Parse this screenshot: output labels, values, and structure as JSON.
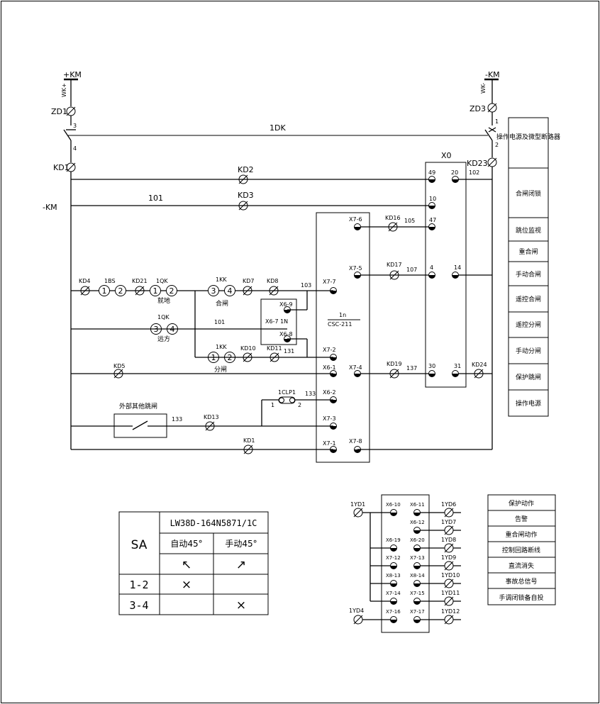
{
  "supply": {
    "pos": "+KM",
    "neg": "-KM",
    "pos_wire": "WK+",
    "neg_wire": "WK-",
    "left_bus": "-KM"
  },
  "terminals": {
    "zd1": "ZD1",
    "zd3": "ZD3",
    "kd1": "KD1",
    "kd2": "KD2",
    "kd3": "KD3",
    "kd23": "KD23",
    "kd4": "KD4",
    "kd5": "KD5",
    "kd7": "KD7",
    "kd8": "KD8",
    "kd10": "KD10",
    "kd11": "KD11",
    "kd13": "KD13",
    "kd16": "KD16",
    "kd17": "KD17",
    "kd19": "KD19",
    "kd21": "KD21",
    "kd24": "KD24",
    "kd_last": "KD1"
  },
  "numbers": {
    "n3": "3",
    "n4": "4",
    "n1": "1",
    "n2": "2",
    "n101": "101",
    "n102": "102",
    "n103": "103",
    "n105": "105",
    "n107": "107",
    "n131": "131",
    "n133a": "133",
    "n133b": "133",
    "n137": "137",
    "w101b": "101",
    "clp1_1": "1",
    "clp1_2": "2"
  },
  "labels": {
    "dk": "1DK",
    "x0": "X0",
    "bs": "1BS",
    "qk1": "1QK",
    "qk2": "1QK",
    "kk1": "1KK",
    "kk2": "1KK",
    "jiudi": "就地",
    "yuanfang": "远方",
    "hezha": "合闸",
    "fenzha": "分闸",
    "clp1": "1CLP1",
    "external_trip": "外部其他跳闸",
    "csc": "CSC-211",
    "csc_1n": "1n",
    "x6_7_1n": "X6-7 1N"
  },
  "circled": {
    "c1": "1",
    "c2": "2",
    "c3": "1",
    "c4": "2",
    "c5": "3",
    "c6": "4",
    "c7": "3",
    "c8": "4",
    "c9": "1",
    "c10": "2"
  },
  "x0_pins": [
    "49",
    "20",
    "10",
    "47",
    "4",
    "14",
    "30",
    "31"
  ],
  "csc_pins": {
    "x7_6": "X7-6",
    "x7_5": "X7-5",
    "x7_7": "X7-7",
    "x6_9": "X6-9",
    "x6_8": "X6-8",
    "x7_2": "X7-2",
    "x6_1": "X6-1",
    "x7_4": "X7-4",
    "x6_2": "X6-2",
    "x7_3": "X7-3",
    "x7_1": "X7-1",
    "x7_8": "X7-8"
  },
  "right_column": [
    "操作电源及微型断路器",
    "合闸闭锁",
    "跳位监视",
    "重合闸",
    "手动合闸",
    "遥控合闸",
    "遥控分闸",
    "手动分闸",
    "保护跳闸",
    "操作电源"
  ],
  "sa_table": {
    "name": "SA",
    "model": "LW38D-164N5871/1C",
    "auto": "自动45°",
    "manual": "手动45°",
    "auto_arrow": "↖",
    "manual_arrow": "↗",
    "rows": [
      {
        "label": "1-2",
        "auto": "×",
        "manual": ""
      },
      {
        "label": "3-4",
        "auto": "",
        "manual": "×"
      }
    ]
  },
  "signal_block": {
    "yd1": "1YD1",
    "yd4": "1YD4",
    "left_pins": [
      "X6-10",
      "X6-19",
      "X7-12",
      "X8-13",
      "X7-14",
      "X7-16"
    ],
    "right_pins": [
      "X6-11",
      "X6-12",
      "X6-20",
      "X7-13",
      "X8-14",
      "X7-15",
      "X7-17"
    ],
    "outputs": [
      "1YD6",
      "1YD7",
      "1YD8",
      "1YD9",
      "1YD10",
      "1YD11",
      "1YD12"
    ]
  },
  "signal_legend": [
    "保护动作",
    "告警",
    "重合闸动作",
    "控制回路断线",
    "直流消失",
    "事故总信号",
    "手调闭锁备自投"
  ],
  "colors": {
    "line": "#000000",
    "background": "#ffffff"
  }
}
